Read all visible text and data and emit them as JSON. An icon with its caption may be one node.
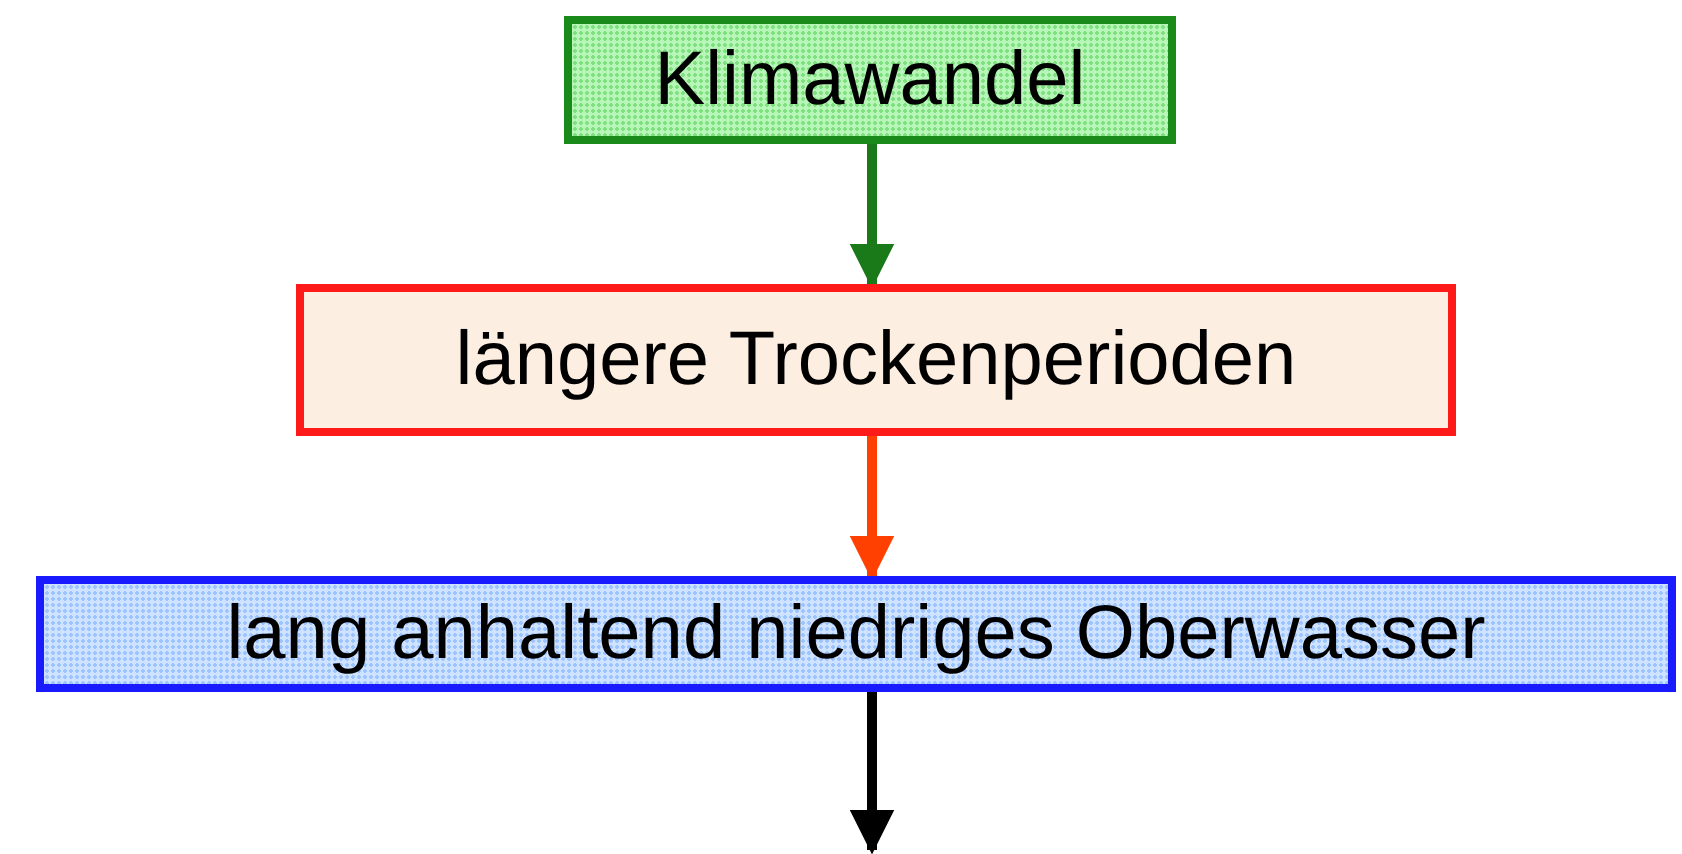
{
  "diagram": {
    "nodes": [
      {
        "text": [
          "Klimawandel"
        ]
      },
      {
        "text": [
          "längere Trockenperioden"
        ]
      },
      {
        "text": [
          "lang anhaltend niedriges Oberwasser"
        ]
      }
    ],
    "edges": [
      {
        "from": 0,
        "to": 1,
        "arrow": "to",
        "color": "#1a7a1a"
      },
      {
        "from": 1,
        "to": 2,
        "arrow": "to",
        "color": "#ff4000"
      },
      {
        "from": 2,
        "to": null,
        "arrow": "to",
        "color": "#000000"
      }
    ]
  }
}
